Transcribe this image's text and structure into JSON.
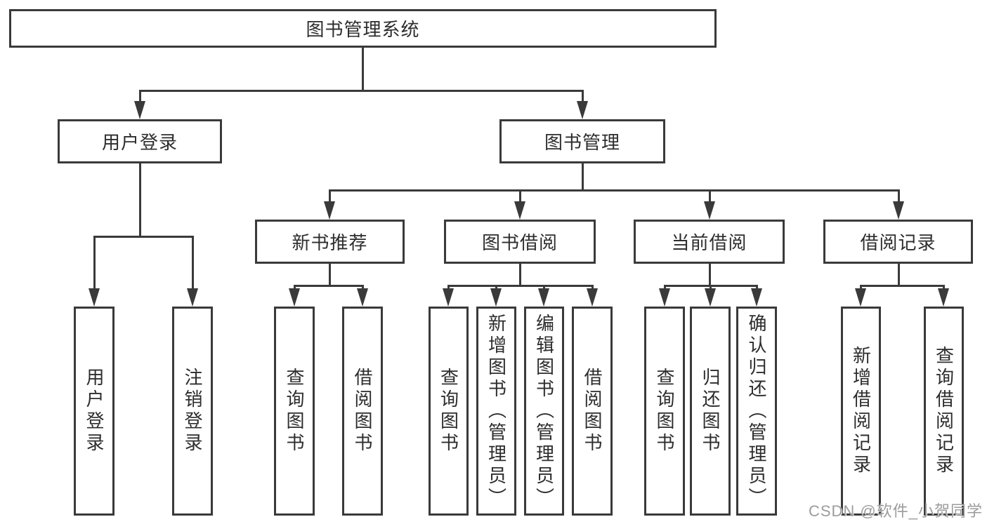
{
  "tree": {
    "root": "图书管理系统",
    "level2": [
      {
        "label": "用户登录"
      },
      {
        "label": "图书管理"
      }
    ],
    "level3": [
      {
        "label": "新书推荐"
      },
      {
        "label": "图书借阅"
      },
      {
        "label": "当前借阅"
      },
      {
        "label": "借阅记录"
      }
    ],
    "leaves": {
      "login": [
        "用户登录",
        "注销登录"
      ],
      "recommend": [
        "查询图书",
        "借阅图书"
      ],
      "borrow": [
        "查询图书",
        "新增图书（管理员）",
        "编辑图书（管理员）",
        "借阅图书"
      ],
      "current": [
        "查询图书",
        "归还图书",
        "确认归还（管理员）"
      ],
      "records": [
        "新增借阅记录",
        "查询借阅记录"
      ]
    }
  },
  "watermark": {
    "text": "CSDN @软件_小贺同学"
  },
  "colors": {
    "line": "#3a3a3a",
    "text": "#2d2d2d",
    "watermark": "#9c9c9c",
    "background": "#ffffff"
  }
}
